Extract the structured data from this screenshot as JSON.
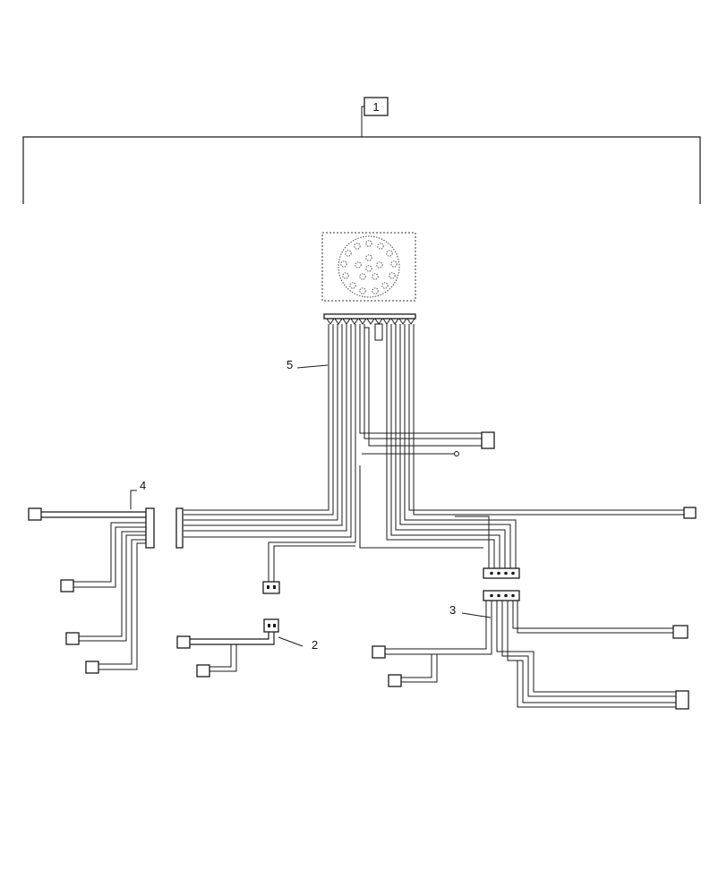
{
  "callouts": [
    {
      "id": "main-assembly",
      "text": "1"
    },
    {
      "id": "harness-2",
      "text": "2"
    },
    {
      "id": "harness-3",
      "text": "3"
    },
    {
      "id": "harness-4",
      "text": "4"
    },
    {
      "id": "harness-5",
      "text": "5"
    }
  ],
  "colors": {
    "line": "#1a1a1a",
    "background": "#ffffff"
  }
}
